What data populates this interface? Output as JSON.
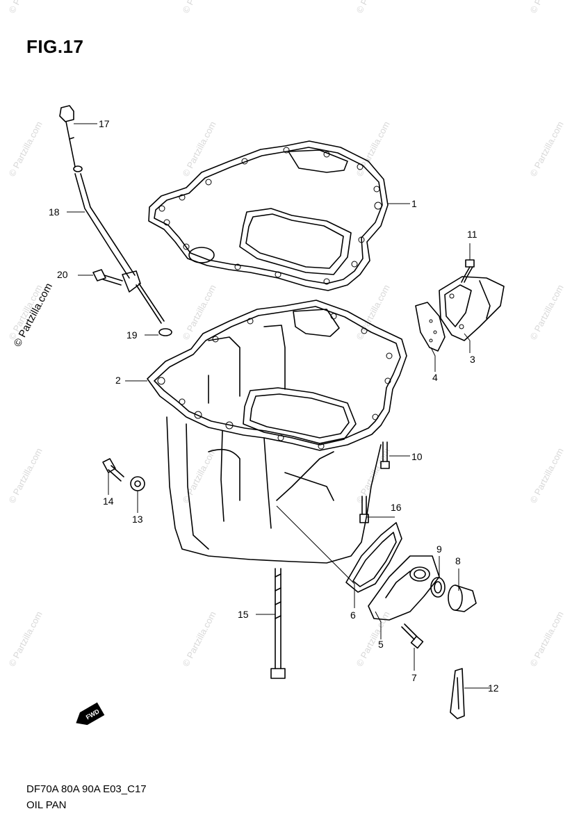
{
  "figure": {
    "title": "FIG.17"
  },
  "footer": {
    "model_code": "DF70A 80A 90A E03_C17",
    "section_name": "OIL PAN"
  },
  "watermark": {
    "text": "© Partzilla.com"
  },
  "front_marker": {
    "text": "FWD"
  },
  "callouts": [
    {
      "number": "1"
    },
    {
      "number": "2"
    },
    {
      "number": "3"
    },
    {
      "number": "4"
    },
    {
      "number": "5"
    },
    {
      "number": "6"
    },
    {
      "number": "7"
    },
    {
      "number": "8"
    },
    {
      "number": "9"
    },
    {
      "number": "10"
    },
    {
      "number": "11"
    },
    {
      "number": "12"
    },
    {
      "number": "13"
    },
    {
      "number": "14"
    },
    {
      "number": "15"
    },
    {
      "number": "16"
    },
    {
      "number": "17"
    },
    {
      "number": "18"
    },
    {
      "number": "19"
    },
    {
      "number": "20"
    }
  ]
}
